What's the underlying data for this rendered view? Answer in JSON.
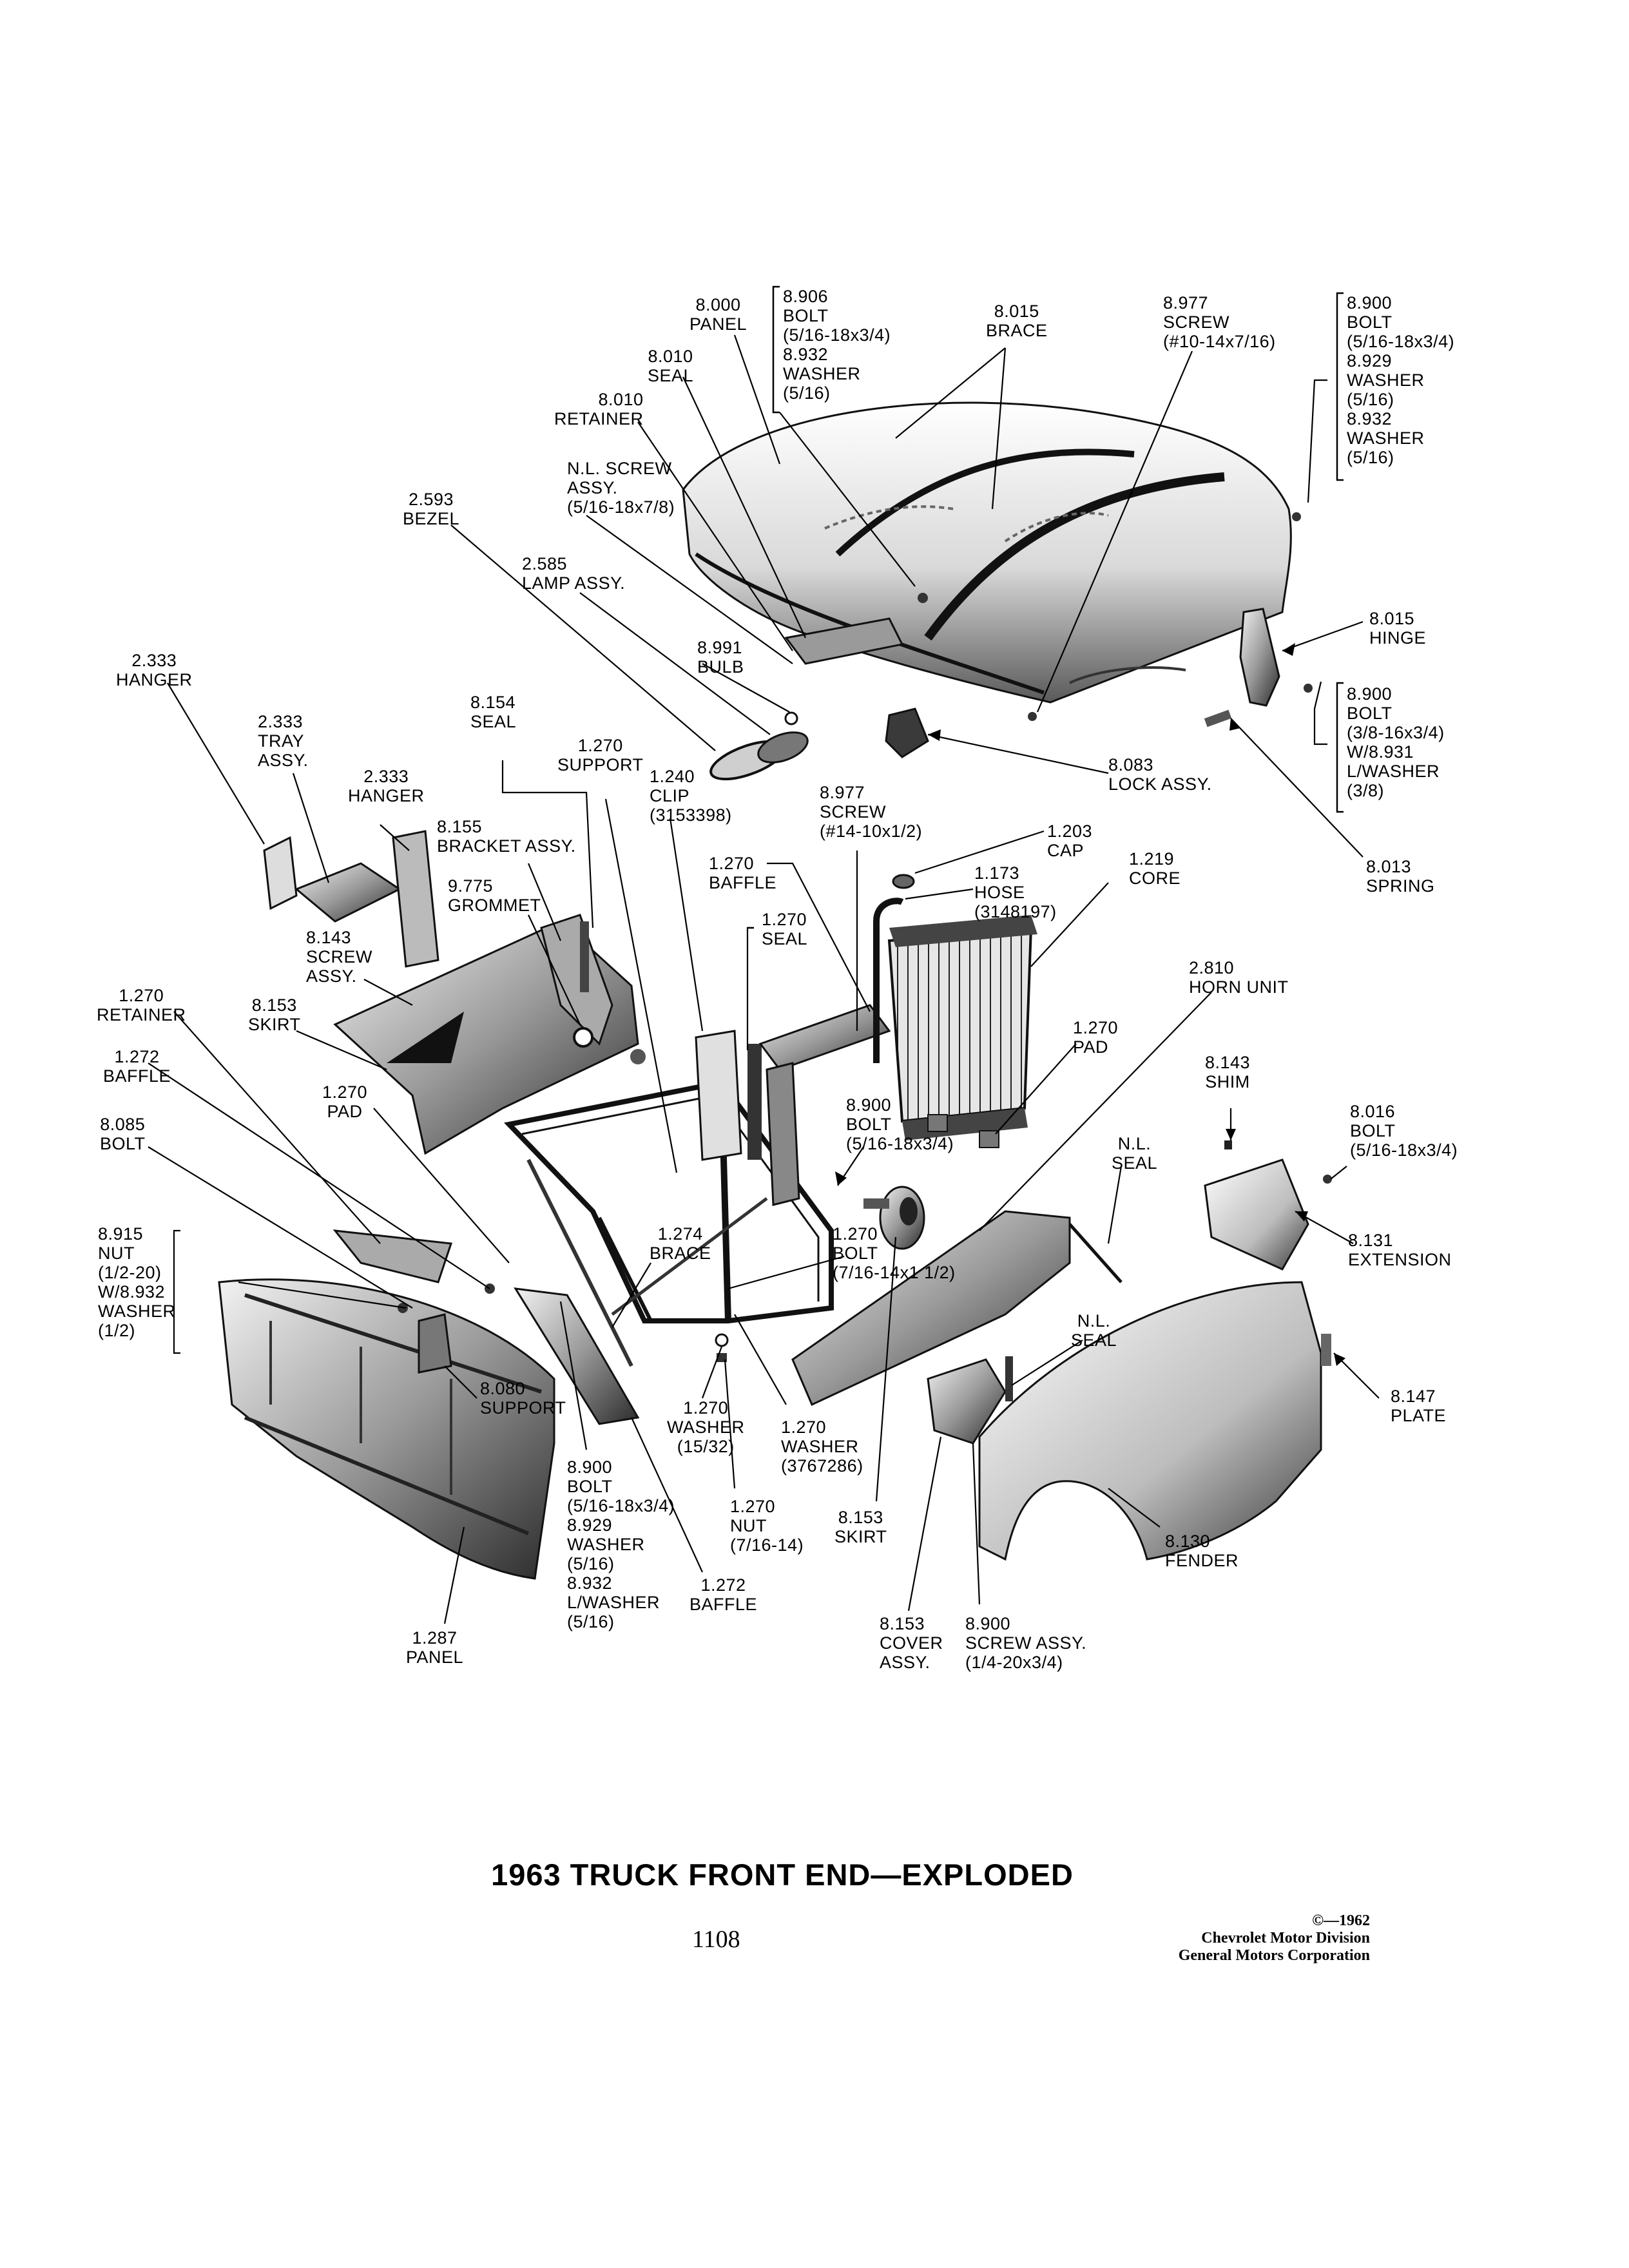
{
  "caption": "1963 TRUCK FRONT END—EXPLODED",
  "page_number": "1108",
  "copyright": {
    "line1": "©—1962",
    "line2": "Chevrolet Motor Division",
    "line3": "General Motors Corporation"
  },
  "callouts": [
    {
      "id": "c01",
      "text": "8.000\nPANEL"
    },
    {
      "id": "c02",
      "text": "8.906\nBOLT\n(5/16-18x3/4)\n8.932\nWASHER\n(5/16)"
    },
    {
      "id": "c03",
      "text": "8.015\nBRACE"
    },
    {
      "id": "c04",
      "text": "8.977\nSCREW\n(#10-14x7/16)"
    },
    {
      "id": "c05",
      "text": "8.900\nBOLT\n(5/16-18x3/4)\n8.929\nWASHER\n(5/16)\n8.932\nWASHER\n(5/16)"
    },
    {
      "id": "c06",
      "text": "8.010\nSEAL"
    },
    {
      "id": "c07",
      "text": "8.010\nRETAINER"
    },
    {
      "id": "c08",
      "text": "N.L. SCREW\nASSY.\n(5/16-18x7/8)"
    },
    {
      "id": "c09",
      "text": "2.593\nBEZEL"
    },
    {
      "id": "c10",
      "text": "2.585\nLAMP ASSY."
    },
    {
      "id": "c11",
      "text": "8.991\nBULB"
    },
    {
      "id": "c12",
      "text": "8.015\nHINGE"
    },
    {
      "id": "c13",
      "text": "8.900\nBOLT\n(3/8-16x3/4)\nW/8.931\nL/WASHER\n(3/8)"
    },
    {
      "id": "c14",
      "text": "2.333\nHANGER"
    },
    {
      "id": "c15",
      "text": "2.333\nTRAY\nASSY."
    },
    {
      "id": "c16",
      "text": "2.333\nHANGER"
    },
    {
      "id": "c17",
      "text": "8.154\nSEAL"
    },
    {
      "id": "c18",
      "text": "1.270\nSUPPORT"
    },
    {
      "id": "c19",
      "text": "1.240\nCLIP\n(3153398)"
    },
    {
      "id": "c20",
      "text": "8.977\nSCREW\n(#14-10x1/2)"
    },
    {
      "id": "c21",
      "text": "8.083\nLOCK ASSY."
    },
    {
      "id": "c22",
      "text": "8.013\nSPRING"
    },
    {
      "id": "c23",
      "text": "8.155\nBRACKET ASSY."
    },
    {
      "id": "c24",
      "text": "9.775\nGROMMET"
    },
    {
      "id": "c25",
      "text": "1.270\nBAFFLE"
    },
    {
      "id": "c26",
      "text": "1.203\nCAP"
    },
    {
      "id": "c27",
      "text": "1.173\nHOSE\n(3148197)"
    },
    {
      "id": "c28",
      "text": "1.219\nCORE"
    },
    {
      "id": "c29",
      "text": "1.270\nSEAL"
    },
    {
      "id": "c30",
      "text": "8.143\nSCREW\nASSY."
    },
    {
      "id": "c31",
      "text": "8.153\nSKIRT"
    },
    {
      "id": "c32",
      "text": "1.270\nRETAINER"
    },
    {
      "id": "c33",
      "text": "1.272\nBAFFLE"
    },
    {
      "id": "c34",
      "text": "2.810\nHORN UNIT"
    },
    {
      "id": "c35",
      "text": "1.270\nPAD"
    },
    {
      "id": "c36",
      "text": "1.270\nPAD"
    },
    {
      "id": "c37",
      "text": "8.143\nSHIM"
    },
    {
      "id": "c38",
      "text": "8.016\nBOLT\n(5/16-18x3/4)"
    },
    {
      "id": "c39",
      "text": "8.085\nBOLT"
    },
    {
      "id": "c40",
      "text": "8.900\nBOLT\n(5/16-18x3/4)"
    },
    {
      "id": "c41",
      "text": "N.L.\nSEAL"
    },
    {
      "id": "c42",
      "text": "8.915\nNUT\n(1/2-20)\nW/8.932\nWASHER\n(1/2)"
    },
    {
      "id": "c43",
      "text": "1.274\nBRACE"
    },
    {
      "id": "c44",
      "text": "1.270\nBOLT\n(7/16-14x1 1/2)"
    },
    {
      "id": "c45",
      "text": "8.131\nEXTENSION"
    },
    {
      "id": "c46",
      "text": "N.L.\nSEAL"
    },
    {
      "id": "c47",
      "text": "8.147\nPLATE"
    },
    {
      "id": "c48",
      "text": "8.080\nSUPPORT"
    },
    {
      "id": "c49",
      "text": "1.270\nWASHER\n(15/32)"
    },
    {
      "id": "c50",
      "text": "1.270\nWASHER\n(3767286)"
    },
    {
      "id": "c51",
      "text": "8.900\nBOLT\n(5/16-18x3/4)\n8.929\nWASHER\n(5/16)\n8.932\nL/WASHER\n(5/16)"
    },
    {
      "id": "c52",
      "text": "1.270\nNUT\n(7/16-14)"
    },
    {
      "id": "c53",
      "text": "8.153\nSKIRT"
    },
    {
      "id": "c54",
      "text": "8.130\nFENDER"
    },
    {
      "id": "c55",
      "text": "1.287\nPANEL"
    },
    {
      "id": "c56",
      "text": "1.272\nBAFFLE"
    },
    {
      "id": "c57",
      "text": "8.153\nCOVER\nASSY."
    },
    {
      "id": "c58",
      "text": "8.900\nSCREW ASSY.\n(1/4-20x3/4)"
    }
  ]
}
